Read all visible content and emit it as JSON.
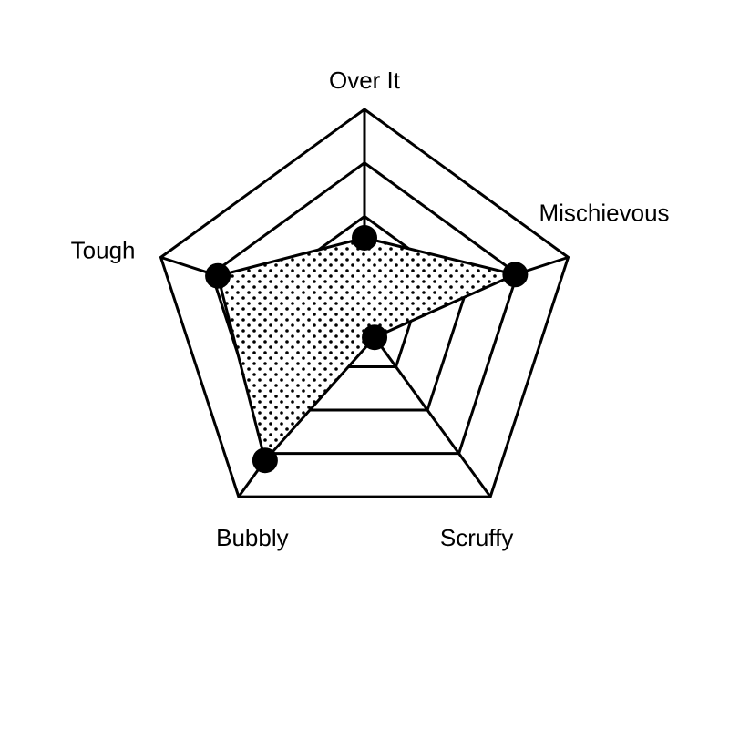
{
  "chart_data": {
    "type": "radar",
    "axes": [
      "Over It",
      "Mischievous",
      "Scruffy",
      "Bubbly",
      "Tough"
    ],
    "values": [
      0.4,
      0.74,
      0.08,
      0.79,
      0.72
    ],
    "rlim": [
      0,
      1
    ],
    "grid_levels": 4,
    "grid": true,
    "fill_pattern": "dots",
    "colors": {
      "line": "#000000",
      "fill_pattern": "#000000",
      "background": "#ffffff"
    }
  }
}
